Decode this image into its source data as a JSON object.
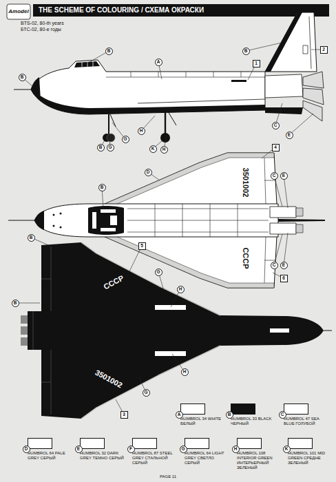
{
  "diagram": {
    "title": "THE SCHEME OF COLOURING / СХЕМА ОКРАСКИ",
    "nodes": [
      {
        "text": [
          "B"
        ]
      },
      {
        "text": [
          "A"
        ]
      },
      {
        "text": [
          "B"
        ]
      },
      {
        "text": [
          "2"
        ]
      },
      {
        "text": [
          "1"
        ]
      },
      {
        "text": [
          "B"
        ]
      },
      {
        "text": [
          "C"
        ]
      },
      {
        "text": [
          "E"
        ]
      },
      {
        "text": [
          "B"
        ]
      },
      {
        "text": [
          "G"
        ]
      },
      {
        "text": [
          "G"
        ]
      },
      {
        "text": [
          "H"
        ]
      },
      {
        "text": [
          "K"
        ]
      },
      {
        "text": [
          "H"
        ]
      },
      {
        "text": [
          "D"
        ]
      },
      {
        "text": [
          "4"
        ]
      },
      {
        "text": [
          "B"
        ]
      },
      {
        "text": [
          "C"
        ]
      },
      {
        "text": [
          "E"
        ]
      },
      {
        "text": [
          "C"
        ]
      },
      {
        "text": [
          "E"
        ]
      },
      {
        "text": [
          "6"
        ]
      },
      {
        "text": [
          "B"
        ]
      },
      {
        "text": [
          "5"
        ]
      },
      {
        "text": [
          "G"
        ]
      },
      {
        "text": [
          "H"
        ]
      },
      {
        "text": [
          "B"
        ]
      },
      {
        "text": [
          "H"
        ]
      },
      {
        "text": [
          "G"
        ]
      },
      {
        "text": [
          "3"
        ]
      },
      {
        "text": [
          "A"
        ]
      },
      {
        "text": [
          "B"
        ]
      },
      {
        "text": [
          "C"
        ]
      },
      {
        "text": [
          "D"
        ]
      },
      {
        "text": [
          "E"
        ]
      },
      {
        "text": [
          "F"
        ]
      },
      {
        "text": [
          "G"
        ]
      },
      {
        "text": [
          "H"
        ]
      },
      {
        "text": [
          "K"
        ]
      }
    ],
    "labels": [
      "Amodel",
      "BTS-02, 80-th years",
      "БТС-02, 80-е годы",
      "3501002",
      "СССР",
      "СССР",
      "3501002",
      "PAGE 11"
    ],
    "legend": [
      {
        "text": "HUMBROL 34 WHITE БЕЛЫЙ",
        "color": "#ffffff"
      },
      {
        "text": "HUMBROL 33 BLACK ЧЕРНЫЙ",
        "color": "#111111"
      },
      {
        "text": "HUMBROL 47 SEA BLUE ГОЛУБОЙ",
        "color": "#ffffff"
      },
      {
        "text": "HUMBROL 64 PALE GREY СЕРЫЙ",
        "color": "#ffffff"
      },
      {
        "text": "HUMBROL 32 DARK GREY ТЕМНО СЕРЫЙ",
        "color": "#ffffff"
      },
      {
        "text": "HUMBROL 87 STEEL GREY СТАЛЬНОЙ СЕРЫЙ",
        "color": "#ffffff"
      },
      {
        "text": "HUMBROL 64 LIGHT GREY СВЕТЛО СЕРЫЙ",
        "color": "#ffffff"
      },
      {
        "text": "HUMBROL 108 INTERIOR GREEN ИНТЕРЬЕРНЫЙ ЗЕЛЕНЫЙ",
        "color": "#ffffff"
      },
      {
        "text": "HUMBROL 101 MID GREEN СРЕДНЕ ЗЕЛЕНЫЙ",
        "color": "#ffffff"
      }
    ]
  }
}
